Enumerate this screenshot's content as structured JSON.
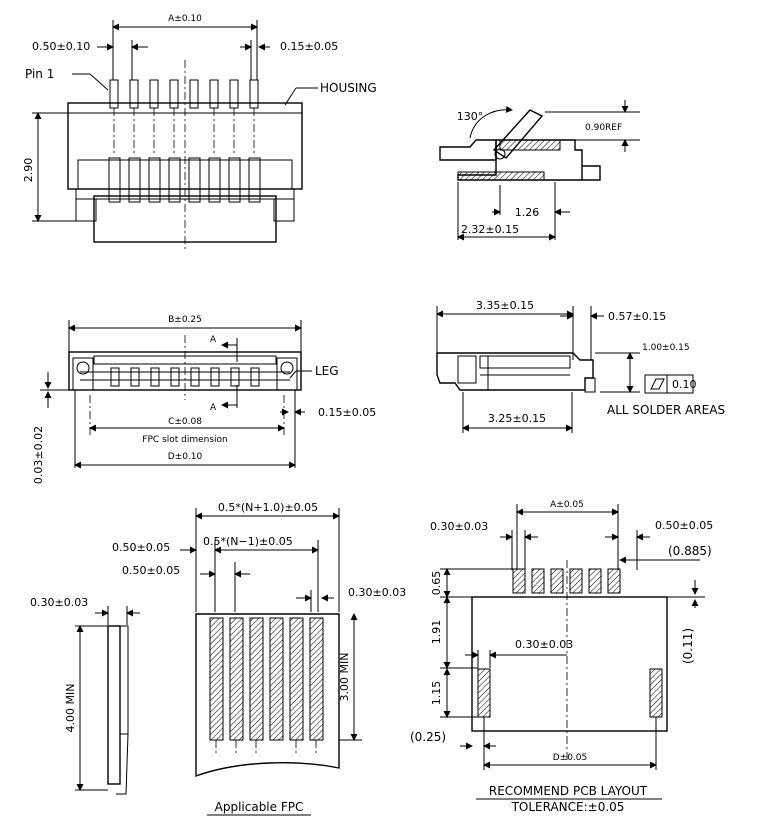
{
  "views": {
    "top": {
      "dim_a": "A±0.10",
      "dim_pitch": "0.50±0.10",
      "dim_pin_width": "0.15±0.05",
      "pin1_label": "Pin 1",
      "housing_label": "HOUSING",
      "dim_height": "2.90"
    },
    "side": {
      "angle": "130°",
      "dim_ref": "0.90REF",
      "dim_126": "1.26",
      "dim_232": "2.32±0.15"
    },
    "front": {
      "dim_b": "B±0.25",
      "section_a": "A",
      "leg_label": "LEG",
      "dim_c": "C±0.08",
      "fpc_slot": "FPC slot dimension",
      "dim_d": "D±0.10",
      "dim_leg": "0.15±0.05",
      "dim_003": "0.03±0.02"
    },
    "side2": {
      "dim_335": "3.35±0.15",
      "dim_057": "0.57±0.15",
      "dim_100": "1.00±0.15",
      "flatness": "0.10",
      "solder_note": "ALL SOLDER AREAS",
      "dim_325": "3.25±0.15"
    },
    "fpc": {
      "dim_width": "0.5*(N+1.0)±0.05",
      "dim_inner": "0.5*(N−1)±0.05",
      "dim_050a": "0.50±0.05",
      "dim_050b": "0.50±0.05",
      "dim_030": "0.30±0.03",
      "dim_030_thick": "0.30±0.03",
      "dim_300min": "3.00 MIN",
      "dim_400min": "4.00 MIN",
      "caption": "Applicable FPC"
    },
    "pcb": {
      "dim_a": "A±0.05",
      "dim_030a": "0.30±0.03",
      "dim_050": "0.50±0.05",
      "dim_0885": "(0.885)",
      "dim_065": "0.65",
      "dim_191": "1.91",
      "dim_030b": "0.30±0.03",
      "dim_011": "(0.11)",
      "dim_115": "1.15",
      "dim_025": "(0.25)",
      "dim_d": "D±0.05",
      "caption": "RECOMMEND PCB LAYOUT",
      "tolerance": "TOLERANCE:±0.05"
    }
  }
}
